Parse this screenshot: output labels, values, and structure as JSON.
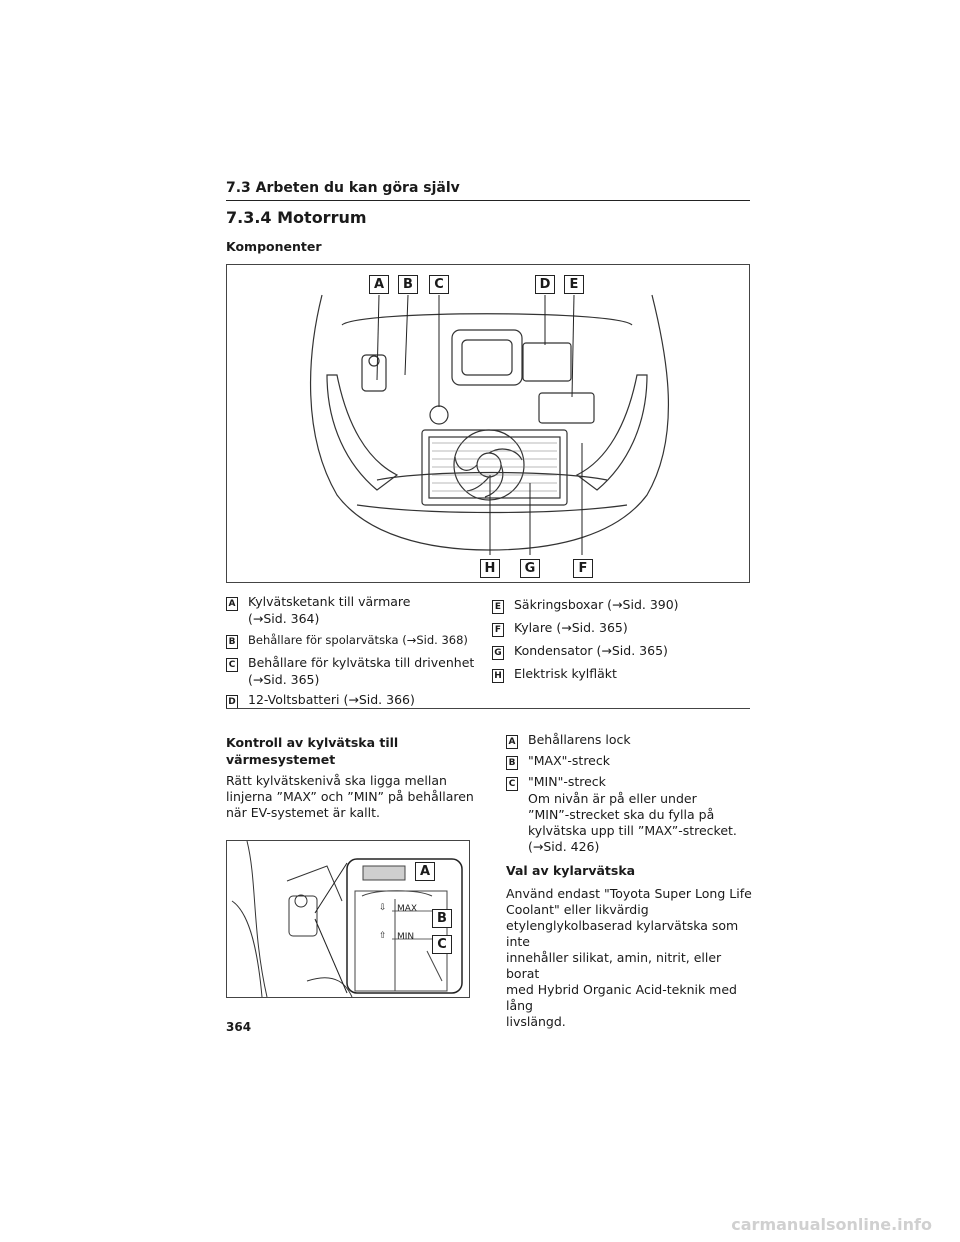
{
  "header": {
    "section": "7.3  Arbeten du kan göra själv"
  },
  "subsection_title": "7.3.4  Motorrum",
  "components_heading": "Komponenter",
  "figure1": {
    "callouts": [
      "A",
      "B",
      "C",
      "D",
      "E",
      "F",
      "G",
      "H"
    ]
  },
  "legend_left": [
    {
      "letter": "A",
      "line1": "Kylvätsketank till värmare",
      "line2": "(→Sid. 364)"
    },
    {
      "letter": "B",
      "line1": "Behållare för spolarvätska (→Sid. 368)"
    },
    {
      "letter": "C",
      "line1": "Behållare för kylvätska till drivenhet",
      "line2": "(→Sid. 365)"
    },
    {
      "letter": "D",
      "line1": "12-Voltsbatteri (→Sid. 366)"
    }
  ],
  "legend_right": [
    {
      "letter": "E",
      "line1": "Säkringsboxar (→Sid. 390)"
    },
    {
      "letter": "F",
      "line1": "Kylare (→Sid. 365)"
    },
    {
      "letter": "G",
      "line1": "Kondensator (→Sid. 365)"
    },
    {
      "letter": "H",
      "line1": "Elektrisk kylfläkt"
    }
  ],
  "coolant_section": {
    "heading_line1": "Kontroll av kylvätska till",
    "heading_line2": "värmesystemet",
    "para_line1": "Rätt kylvätskenivå ska ligga mellan",
    "para_line2": "linjerna ”MAX” och ”MIN” på behållaren",
    "para_line3": "när EV-systemet är kallt."
  },
  "figure2": {
    "callouts": [
      "A",
      "B",
      "C"
    ],
    "max_label": "MAX",
    "min_label": "MIN"
  },
  "legend2": [
    {
      "letter": "A",
      "line1": "Behållarens lock"
    },
    {
      "letter": "B",
      "line1": "\"MAX\"-streck"
    },
    {
      "letter": "C",
      "line1": "\"MIN\"-streck",
      "line2": "Om nivån är på eller under",
      "line3": "”MIN”-strecket ska du fylla på",
      "line4": "kylvätska upp till ”MAX”-strecket.",
      "line5": "(→Sid. 426)"
    }
  ],
  "coolant_choice": {
    "heading": "Val av kylarvätska",
    "lines": [
      "Använd endast \"Toyota Super Long Life",
      "Coolant\" eller likvärdig",
      "etylenglykolbaserad kylarvätska som inte",
      "innehåller silikat, amin, nitrit, eller borat",
      "med Hybrid Organic Acid-teknik med lång",
      "livslängd."
    ]
  },
  "page_number": "364",
  "watermark": "carmanualsonline.info"
}
